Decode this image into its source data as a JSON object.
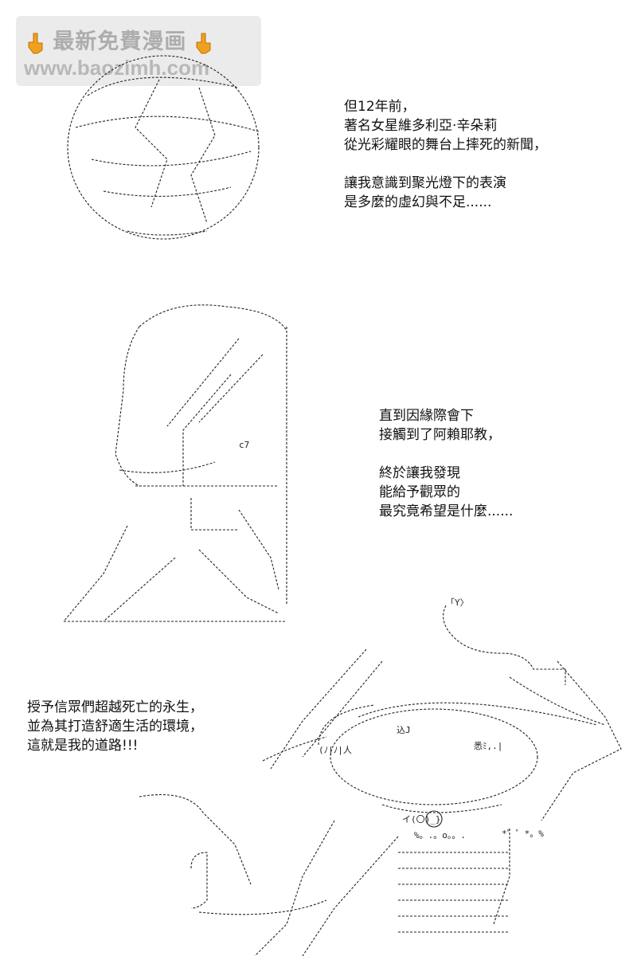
{
  "watermark": {
    "line1": "最新免費漫画",
    "line2": "www.baozimh.com",
    "icon_left": "pointing-hand-icon",
    "icon_right": "pointing-hand-icon"
  },
  "captions": {
    "panel1": "但12年前，\n著名女星維多利亞·辛朵莉\n從光彩耀眼的舞台上摔死的新聞，\n\n讓我意識到聚光燈下的表演\n是多麼的虛幻與不足......",
    "panel2": "直到因緣際會下\n接觸到了阿賴耶教，\n\n終於讓我發現\n能給予觀眾的\n最究竟希望是什麼......",
    "panel3": "授予信眾們超越死亡的永生，\n並為其打造舒適生活的環境，\n這就是我的道路!!!"
  },
  "art_labels": {
    "panel2_mark": "c7",
    "panel3_top": "「Y〉",
    "panel3_face_left": "(ﾉ|ﾉ|人",
    "panel3_face_right": "悉ﾐ,.|",
    "panel3_mouth": "込J",
    "panel3_symbol": "イ(〇)_}",
    "panel3_sparkle": "%。.。o。。.",
    "panel3_star": "*゜゜*。%"
  }
}
